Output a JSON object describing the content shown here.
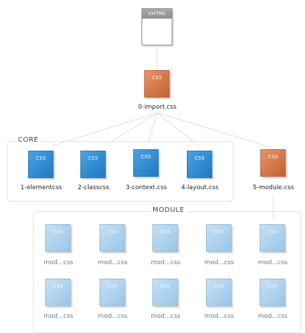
{
  "root": {
    "label": "XHTML"
  },
  "import": {
    "icon_text": "CSS",
    "label": "0-import.css"
  },
  "core": {
    "title": "CORE",
    "items": [
      {
        "icon_text": "CSS",
        "label": "1-elementcss"
      },
      {
        "icon_text": "CSS",
        "label": "2-classcss"
      },
      {
        "icon_text": "CSS",
        "label": "3-context.css"
      },
      {
        "icon_text": "CSS",
        "label": "4-layout.css"
      }
    ]
  },
  "module_file": {
    "icon_text": "CSS",
    "label": "5-module.css"
  },
  "module": {
    "title": "MODULE",
    "items": [
      {
        "icon_text": "CSS",
        "label": "mod...css"
      },
      {
        "icon_text": "CSS",
        "label": "mod...css"
      },
      {
        "icon_text": "CSS",
        "label": "mod...css"
      },
      {
        "icon_text": "CSS",
        "label": "mod...css"
      },
      {
        "icon_text": "CSS",
        "label": "mod...css"
      },
      {
        "icon_text": "CSS",
        "label": "mod...css"
      },
      {
        "icon_text": "CSS",
        "label": "mod...css"
      },
      {
        "icon_text": "CSS",
        "label": "mod...css"
      },
      {
        "icon_text": "CSS",
        "label": "mod...css"
      },
      {
        "icon_text": "CSS",
        "label": "mod...css"
      }
    ]
  },
  "colors": {
    "import_fill": "#d2763f",
    "core_fill": "#2d8dd2",
    "module_fill": "#b2d5ef",
    "connector": "#dddddd",
    "frame": "#e2e2e2"
  }
}
